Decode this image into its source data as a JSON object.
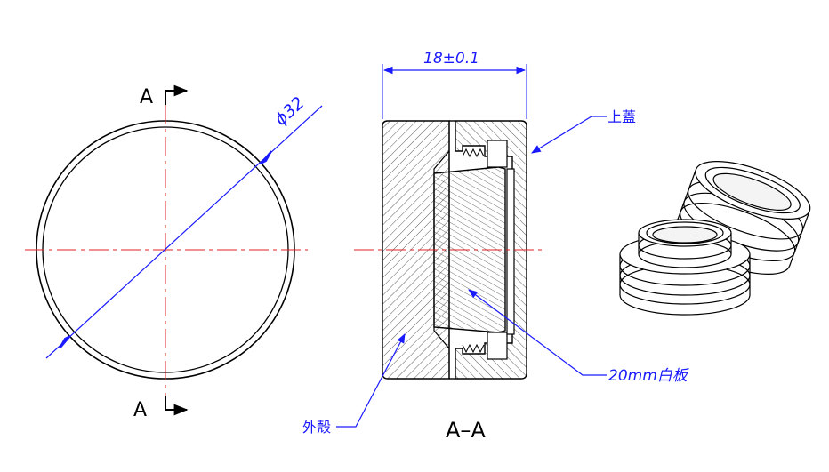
{
  "drawing": {
    "section_marker_top": "A",
    "section_marker_bottom": "A",
    "diameter_label": "ϕ32",
    "width_dimension": "18±0.1",
    "section_title": "A–A",
    "callouts": {
      "lid": "上蓋",
      "white_board": "20mm白板",
      "shell": "外殼"
    }
  },
  "colors": {
    "outline": "#000000",
    "centerline": "#e02020",
    "dimension": "#1a1aff",
    "hatch": "#333333"
  }
}
